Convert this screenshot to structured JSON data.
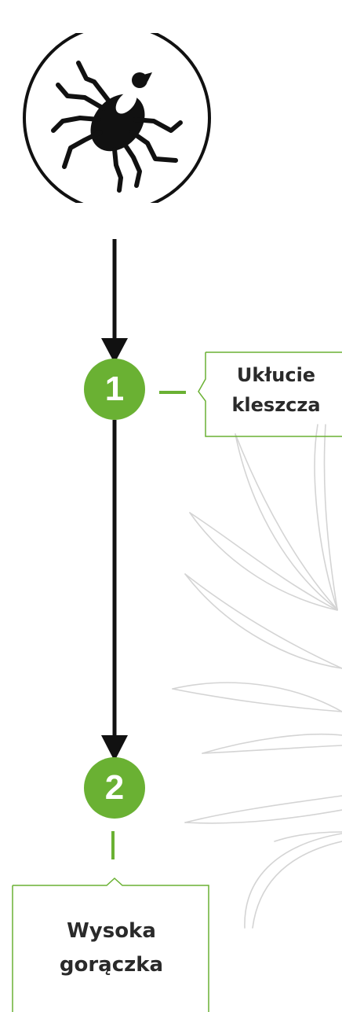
{
  "colors": {
    "accent_green": "#6ab133",
    "line_dark": "#111111",
    "leaf_gray": "#cfcfcf"
  },
  "icon": "tick-icon",
  "steps": [
    {
      "number": "1",
      "label_lines": [
        "Ukłucie",
        "kleszcza"
      ]
    },
    {
      "number": "2",
      "label_lines": [
        "Wysoka",
        "gorączka"
      ]
    }
  ]
}
